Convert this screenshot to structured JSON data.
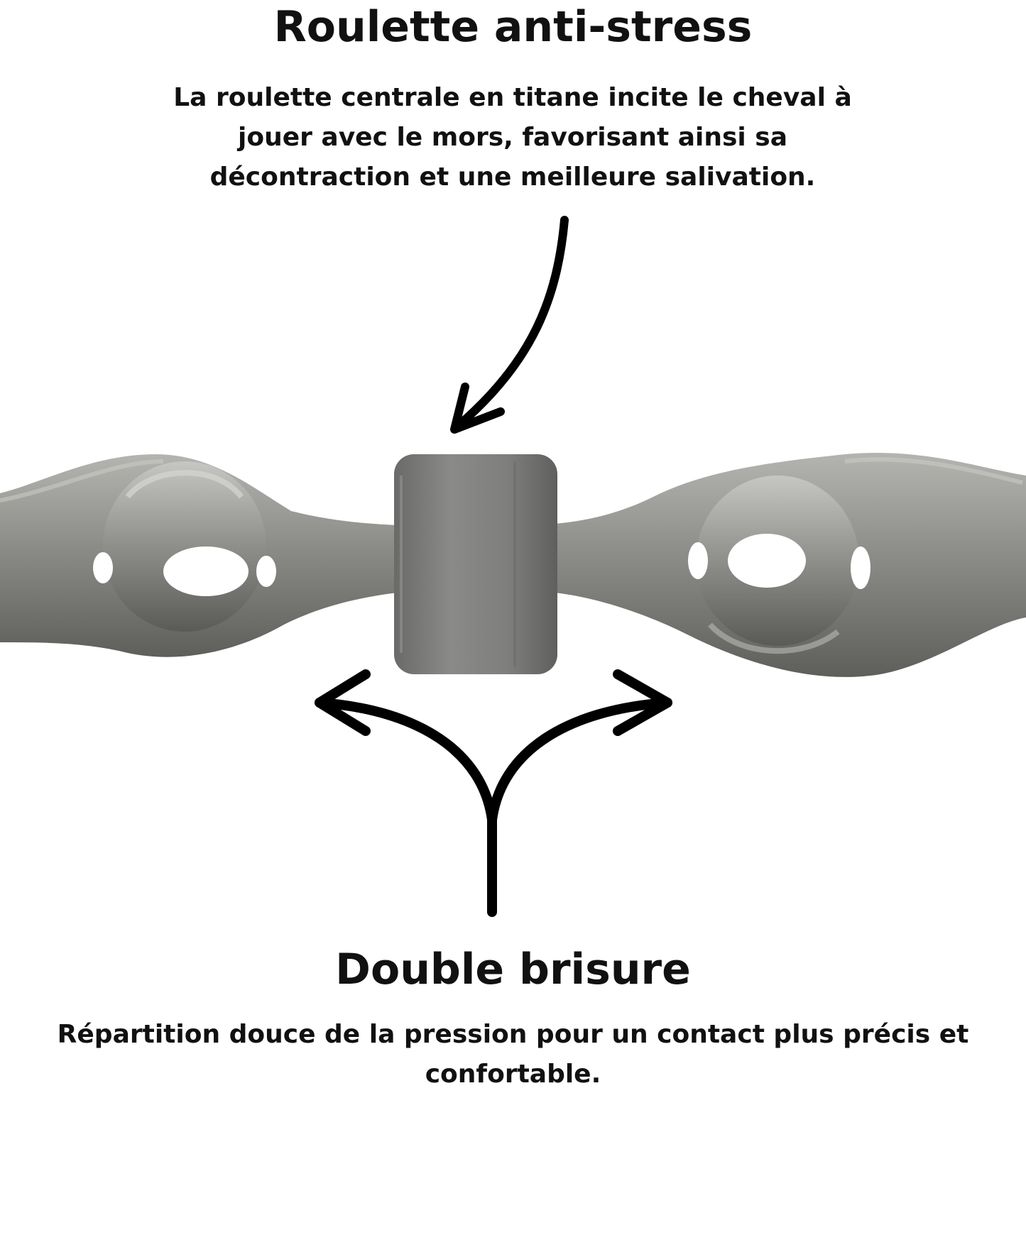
{
  "top": {
    "title": "Roulette anti-stress",
    "description": "La roulette centrale en titane incite le cheval à jouer avec le mors, favorisant ainsi sa décontraction et une meilleure salivation."
  },
  "bottom": {
    "title": "Double brisure",
    "description": "Répartition douce de la pression pour un contact plus précis et confortable."
  },
  "colors": {
    "text": "#111111",
    "metal": "#8a8a86",
    "roller": "#7d7d7b",
    "arrow": "#000000"
  }
}
